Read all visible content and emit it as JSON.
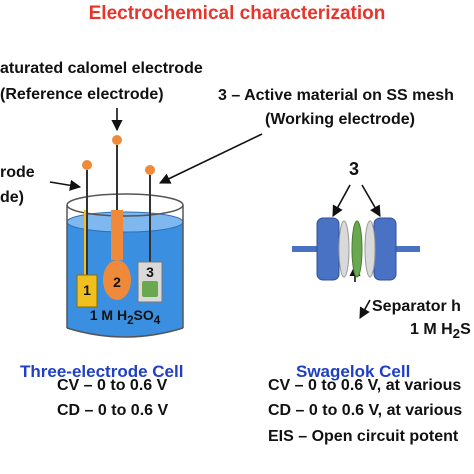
{
  "title": "Electrochemical characterization",
  "reference_electrode": {
    "line1": "aturated calomel electrode",
    "line2": "(Reference electrode)"
  },
  "working_electrode": {
    "line1": "3 – Active material on SS mesh",
    "line2": "(Working electrode)",
    "marker": "3"
  },
  "counter_electrode": {
    "line1": "rode",
    "line2": "de)"
  },
  "separator": {
    "line1": "Separator h",
    "line2_prefix": "1 M H",
    "line2_sub": "2",
    "line2_suffix": "S"
  },
  "beaker": {
    "electrolyte_prefix": "1 M H",
    "electrolyte_sub1": "2",
    "electrolyte_mid": "SO",
    "electrolyte_sub2": "4",
    "electrode_labels": [
      "1",
      "2",
      "3"
    ]
  },
  "three_electrode_cell": {
    "label": "Three-electrode Cell",
    "conditions": [
      {
        "lead": "CV",
        "rest": " – 0 to 0.6 V"
      },
      {
        "lead": "CD",
        "rest": " – 0 to 0.6 V"
      }
    ]
  },
  "swagelok_cell": {
    "label": "Swagelok Cell",
    "conditions": [
      {
        "lead": "CV",
        "rest": " – 0 to 0.6 V, at various"
      },
      {
        "lead": "CD",
        "rest": " – 0 to 0.6 V, at various"
      },
      {
        "lead": "EIS",
        "rest": " – Open circuit potent"
      }
    ]
  },
  "colors": {
    "title": "#e8342a",
    "cell_label": "#1f3fc4",
    "electrolyte": "#3b8fe0",
    "electrode1": "#f0c020",
    "electrode2": "#ee8a3a",
    "electrode3_frame": "#d9d9d9",
    "electrode3_material": "#6aa84f",
    "swagelok_body": "#4a72c4",
    "terminal_dot": "#ee8a3a"
  }
}
